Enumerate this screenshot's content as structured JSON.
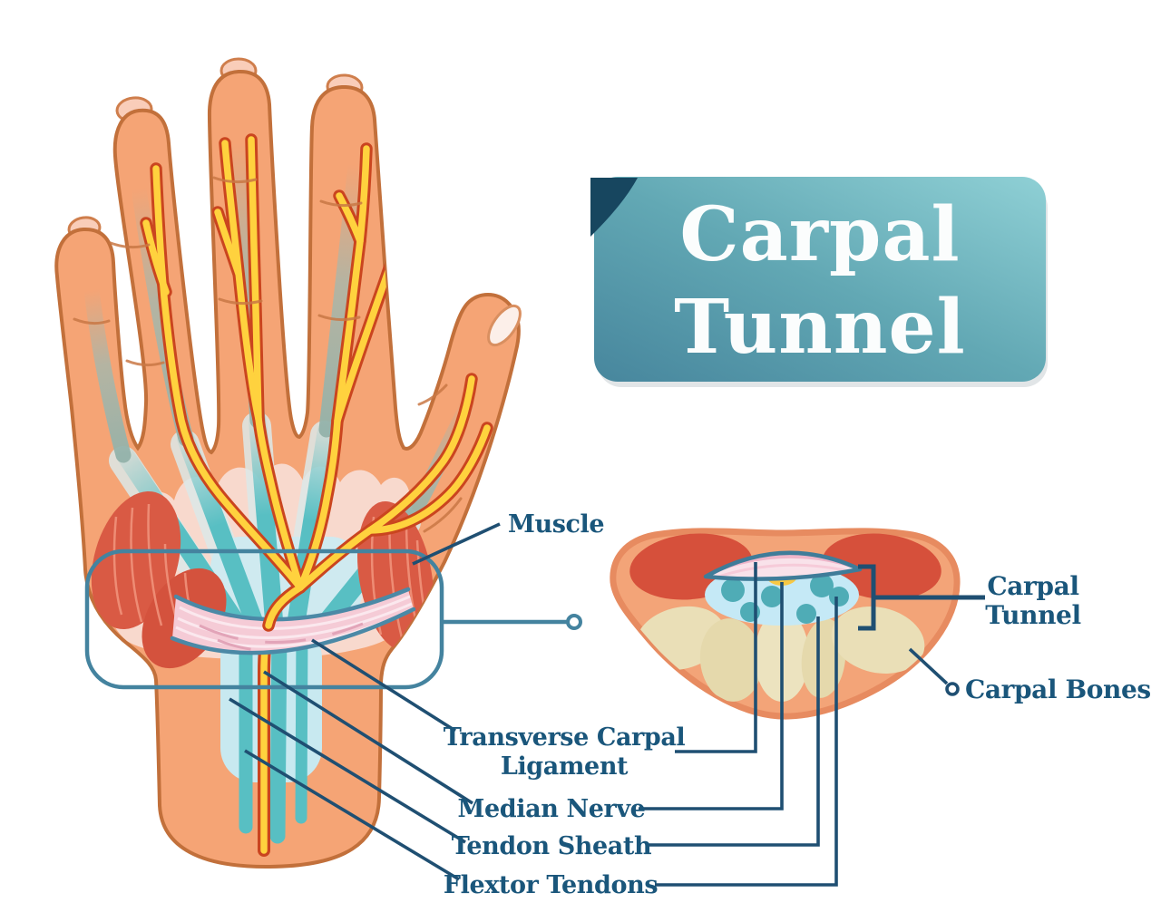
{
  "figure": {
    "title": {
      "line1": "Carpal",
      "line2": "Tunnel"
    },
    "hand_labels": {
      "muscle": "Muscle",
      "transverse_carpal_ligament_line1": "Transverse Carpal",
      "transverse_carpal_ligament_line2": "Ligament",
      "median_nerve": "Median Nerve",
      "tendon_sheath": "Tendon Sheath",
      "flextor_tendons": "Flextor Tendons"
    },
    "cross_section_labels": {
      "carpal_tunnel_line1": "Carpal",
      "carpal_tunnel_line2": "Tunnel",
      "carpal_bones": "Carpal Bones"
    },
    "colors": {
      "banner_teal_dark": "#47869D",
      "banner_teal_light": "#8FD0D5",
      "banner_fold_navy": "#17465F",
      "label_text": "#1A567B",
      "pointer_line_navy": "#1F4F72",
      "highlight_outline_blue": "#44839F",
      "skin_salmon": "#F5A475",
      "skin_outline": "#C2703B",
      "palm_pink": "#F8D9CD",
      "tendon_teal": "#58BFC3",
      "tendon_sheath_light_blue": "#C8E9F0",
      "nerve_yellow": "#FFD23E",
      "nerve_outline_red": "#CA451F",
      "muscle_red": "#D95A44",
      "ligament_pink": "#F5CBD6",
      "carpal_bone_beige": "#EADFB7",
      "cross_section_salmon": "#F3A478"
    }
  }
}
